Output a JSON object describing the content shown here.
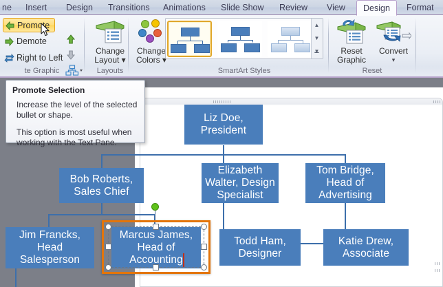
{
  "app": {
    "tabs": [
      {
        "label": "ne",
        "active": false,
        "name": "tab-home"
      },
      {
        "label": "Insert",
        "active": false,
        "name": "tab-insert"
      },
      {
        "label": "Design",
        "active": false,
        "name": "tab-design"
      },
      {
        "label": "Transitions",
        "active": false,
        "name": "tab-transitions"
      },
      {
        "label": "Animations",
        "active": false,
        "name": "tab-animations"
      },
      {
        "label": "Slide Show",
        "active": false,
        "name": "tab-slide-show"
      },
      {
        "label": "Review",
        "active": false,
        "name": "tab-review"
      },
      {
        "label": "View",
        "active": false,
        "name": "tab-view"
      },
      {
        "label": "Design",
        "active": true,
        "name": "tab-smartart-design"
      },
      {
        "label": "Format",
        "active": false,
        "name": "tab-format"
      }
    ]
  },
  "ribbon": {
    "groups": {
      "create_graphic": {
        "label": "te Graphic"
      },
      "layouts": {
        "label": "Layouts"
      },
      "smartart_styles": {
        "label": "SmartArt Styles"
      },
      "reset": {
        "label": "Reset"
      }
    },
    "create_graphic": {
      "promote": "Promote",
      "demote": "Demote",
      "right_to_left": "Right to Left",
      "move_up": "",
      "move_down": "",
      "layout": ""
    },
    "layouts": {
      "change_layout": "Change\nLayout",
      "change_layout_line1": "Change",
      "change_layout_line2": "Layout"
    },
    "colors": {
      "change_colors_line1": "Change",
      "change_colors_line2": "Colors"
    },
    "reset": {
      "reset_graphic_line1": "Reset",
      "reset_graphic_line2": "Graphic",
      "convert": "Convert"
    },
    "styles_gallery": {
      "items": [
        {
          "name": "style-simple-fill",
          "selected": true
        },
        {
          "name": "style-white-outline",
          "selected": false
        },
        {
          "name": "style-subtle-effect",
          "selected": false
        }
      ]
    }
  },
  "tooltip": {
    "title": "Promote Selection",
    "body1": "Increase the level of the selected bullet or shape.",
    "body2": "This option is most useful when working with the Text Pane."
  },
  "chart": {
    "accent_color": "#4a7ebb",
    "selection_color": "#e3750b",
    "nodes": [
      {
        "id": "n1",
        "text": "Liz Doe, President",
        "line1": "Liz Doe,",
        "line2": "President",
        "line3": "",
        "selected": false
      },
      {
        "id": "n2",
        "text": "Bob Roberts, Sales Chief",
        "line1": "Bob Roberts,",
        "line2": "Sales Chief",
        "line3": "",
        "selected": false
      },
      {
        "id": "n3",
        "text": "Elizabeth Walter, Design Specialist",
        "line1": "Elizabeth",
        "line2": "Walter, Design",
        "line3": "Specialist",
        "selected": false
      },
      {
        "id": "n4",
        "text": "Tom Bridge, Head of Advertising",
        "line1": "Tom Bridge,",
        "line2": "Head of",
        "line3": "Advertising",
        "selected": false
      },
      {
        "id": "n5",
        "text": "Jim Francks, Head Salesperson",
        "line1": "Jim Francks,",
        "line2": "Head",
        "line3": "Salesperson",
        "selected": false
      },
      {
        "id": "n6",
        "text": "Marcus James, Head of Accounting",
        "line1": "Marcus James,",
        "line2": "Head of",
        "line3": "Accounting",
        "selected": true
      },
      {
        "id": "n7",
        "text": "Todd Ham, Designer",
        "line1": "Todd Ham,",
        "line2": "Designer",
        "line3": "",
        "selected": false
      },
      {
        "id": "n8",
        "text": "Katie Drew, Associate",
        "line1": "Katie Drew,",
        "line2": "Associate",
        "line3": "",
        "selected": false
      }
    ]
  }
}
